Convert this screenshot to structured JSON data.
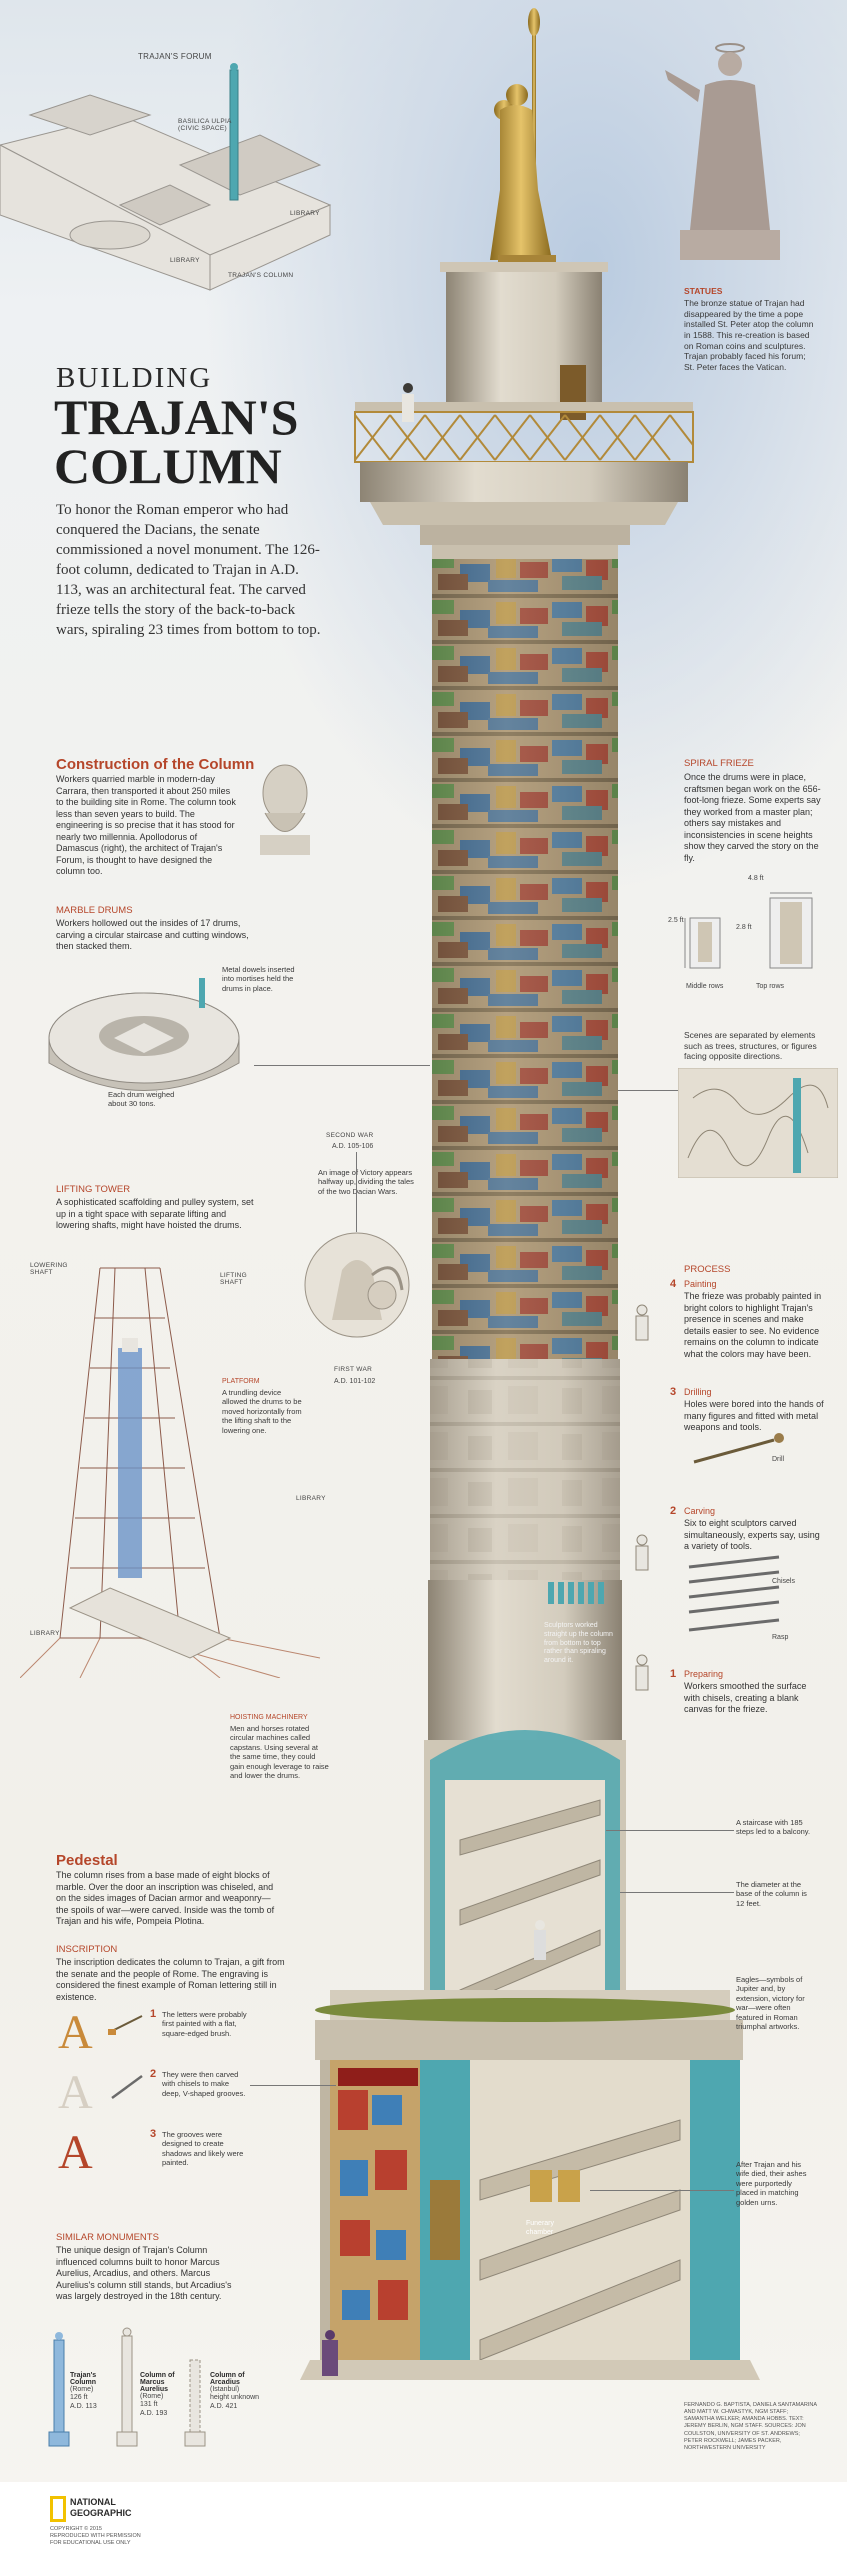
{
  "forum": {
    "title": "TRAJAN'S FORUM",
    "basilica": "BASILICA ULPIA (CIVIC SPACE)",
    "library1": "LIBRARY",
    "library2": "LIBRARY",
    "column": "TRAJAN'S COLUMN"
  },
  "header": {
    "building": "BUILDING",
    "title_line1": "TRAJAN'S",
    "title_line2": "COLUMN",
    "intro": "To honor the Roman emperor who had conquered the Dacians, the senate commissioned a novel monument. The 126-foot column, dedicated to Trajan in A.D. 113, was an architectural feat. The carved frieze tells the story of the back-to-back wars, spiraling 23 times from bottom to top."
  },
  "statues": {
    "title": "STATUES",
    "text": "The bronze statue of Trajan had disappeared by the time a pope installed St. Peter atop the column in 1588. This re-creation is based on Roman coins and sculptures. Trajan probably faced his forum; St. Peter faces the Vatican."
  },
  "construction": {
    "title": "Construction of the Column",
    "text": "Workers quarried marble in modern-day Carrara, then transported it about 250 miles to the building site in Rome. The column took less than seven years to build. The engineering is so precise that it has stood for nearly two millennia. Apollodorus of Damascus (right), the architect of Trajan's Forum, is thought to have designed the column too."
  },
  "drums": {
    "title": "MARBLE DRUMS",
    "text": "Workers hollowed out the insides of 17 drums, carving a circular staircase and cutting windows, then stacked them.",
    "dowels": "Metal dowels inserted into mortises held the drums in place.",
    "weight": "Each drum weighed about 30 tons."
  },
  "frieze": {
    "title": "SPIRAL FRIEZE",
    "text": "Once the drums were in place, craftsmen began work on the 656-foot-long frieze. Some experts say they worked from a master plan; others say mistakes and inconsistencies in scene heights show they carved the story on the fly.",
    "dim1": "4.8 ft",
    "dim2": "2.5 ft",
    "dim3": "2.8 ft",
    "middle": "Middle rows",
    "top": "Top rows",
    "scenes": "Scenes are separated by elements such as trees, structures, or figures facing opposite directions."
  },
  "wars": {
    "second": "SECOND WAR",
    "second_dates": "A.D. 105-106",
    "victory": "An image of Victory appears halfway up, dividing the tales of the two Dacian Wars.",
    "first": "FIRST WAR",
    "first_dates": "A.D. 101-102"
  },
  "lifting": {
    "title": "LIFTING TOWER",
    "text": "A sophisticated scaffolding and pulley system, set up in a tight space with separate lifting and lowering shafts, might have hoisted the drums.",
    "lowering": "LOWERING SHAFT",
    "lifting_shaft": "LIFTING SHAFT",
    "platform_title": "PLATFORM",
    "platform_text": "A trundling device allowed the drums to be moved horizontally from the lifting shaft to the lowering one.",
    "library_r": "LIBRARY",
    "library_l": "LIBRARY",
    "machinery_title": "HOISTING MACHINERY",
    "machinery_text": "Men and horses rotated circular machines called capstans. Using several at the same time, they could gain enough leverage to raise and lower the drums."
  },
  "process": {
    "title": "PROCESS",
    "s4_num": "4",
    "s4_title": "Painting",
    "s4_text": "The frieze was probably painted in bright colors to highlight Trajan's presence in scenes and make details easier to see. No evidence remains on the column to indicate what the colors may have been.",
    "s3_num": "3",
    "s3_title": "Drilling",
    "s3_text": "Holes were bored into the hands of many figures and fitted with metal weapons and tools.",
    "drill": "Drill",
    "s2_num": "2",
    "s2_title": "Carving",
    "s2_text": "Six to eight sculptors carved simultaneously, experts say, using a variety of tools.",
    "chisels": "Chisels",
    "rasp": "Rasp",
    "s1_num": "1",
    "s1_title": "Preparing",
    "s1_text": "Workers smoothed the surface with chisels, creating a blank canvas for the frieze.",
    "sculptors": "Sculptors worked straight up the column from bottom to top rather than spiraling around it."
  },
  "interior": {
    "staircase": "A staircase with 185 steps led to a balcony.",
    "diameter": "The diameter at the base of the column is 12 feet.",
    "eagles": "Eagles—symbols of Jupiter and, by extension, victory for war—were often featured in Roman triumphal artworks.",
    "funerary": "Funerary chamber",
    "urns": "After Trajan and his wife died, their ashes were purportedly placed in matching golden urns."
  },
  "pedestal": {
    "title": "Pedestal",
    "text": "The column rises from a base made of eight blocks of marble. Over the door an inscription was chiseled, and on the sides images of Dacian armor and weaponry—the spoils of war—were carved. Inside was the tomb of Trajan and his wife, Pompeia Plotina."
  },
  "inscription": {
    "title": "INSCRIPTION",
    "text": "The inscription dedicates the column to Trajan, a gift from the senate and the people of Rome. The engraving is considered the finest example of Roman lettering still in existence.",
    "letter": "A",
    "s1_num": "1",
    "s1_text": "The letters were probably first painted with a flat, square-edged brush.",
    "s2_num": "2",
    "s2_text": "They were then carved with chisels to make deep, V-shaped grooves.",
    "s3_num": "3",
    "s3_text": "The grooves were designed to create shadows and likely were painted."
  },
  "similar": {
    "title": "SIMILAR MONUMENTS",
    "text": "The unique design of Trajan's Column influenced columns built to honor Marcus Aurelius, Arcadius, and others. Marcus Aurelius's column still stands, but Arcadius's was largely destroyed in the 18th century.",
    "c1_name": "Trajan's Column",
    "c1_loc": "(Rome)",
    "c1_h": "126 ft",
    "c1_d": "A.D. 113",
    "c2_name": "Column of Marcus Aurelius",
    "c2_loc": "(Rome)",
    "c2_h": "131 ft",
    "c2_d": "A.D. 193",
    "c3_name": "Column of Arcadius",
    "c3_loc": "(Istanbul)",
    "c3_h": "height unknown",
    "c3_d": "A.D. 421"
  },
  "credits": {
    "text": "FERNANDO G. BAPTISTA, DANIELA SANTAMARINA AND MATT W. CHWASTYK, NGM STAFF; SAMANTHA WELKER; AMANDA HOBBS. TEXT: JEREMY BERLIN, NGM STAFF. SOURCES: JON COULSTON, UNIVERSITY OF ST. ANDREWS; PETER ROCKWELL; JAMES PACKER, NORTHWESTERN UNIVERSITY"
  },
  "footer": {
    "brand1": "NATIONAL",
    "brand2": "GEOGRAPHIC",
    "copyright": "COPYRIGHT © 2015",
    "reproduced": "REPRODUCED WITH PERMISSION",
    "edu": "FOR EDUCATIONAL USE ONLY"
  },
  "colors": {
    "accent": "#b5462a",
    "gold": "#c9a24a",
    "marble": "#d8d2c4",
    "teal": "#4ea7b0"
  }
}
